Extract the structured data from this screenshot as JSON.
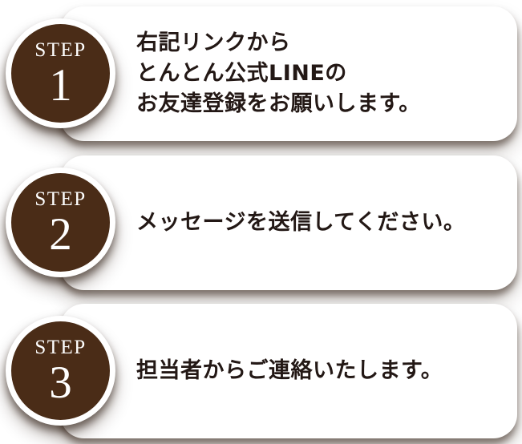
{
  "palette": {
    "badge_brown": "#4a2c17",
    "text_color": "#231815",
    "card_bg": "#ffffff",
    "badge_ring": "#ffffff"
  },
  "steps": [
    {
      "badge_label": "STEP",
      "badge_number": "1",
      "lines": [
        "右記リンクから",
        "とんとん公式LINEの",
        "お友達登録をお願いします。"
      ]
    },
    {
      "badge_label": "STEP",
      "badge_number": "2",
      "lines": [
        "メッセージを送信してください。"
      ]
    },
    {
      "badge_label": "STEP",
      "badge_number": "3",
      "lines": [
        "担当者からご連絡いたします。"
      ]
    }
  ]
}
